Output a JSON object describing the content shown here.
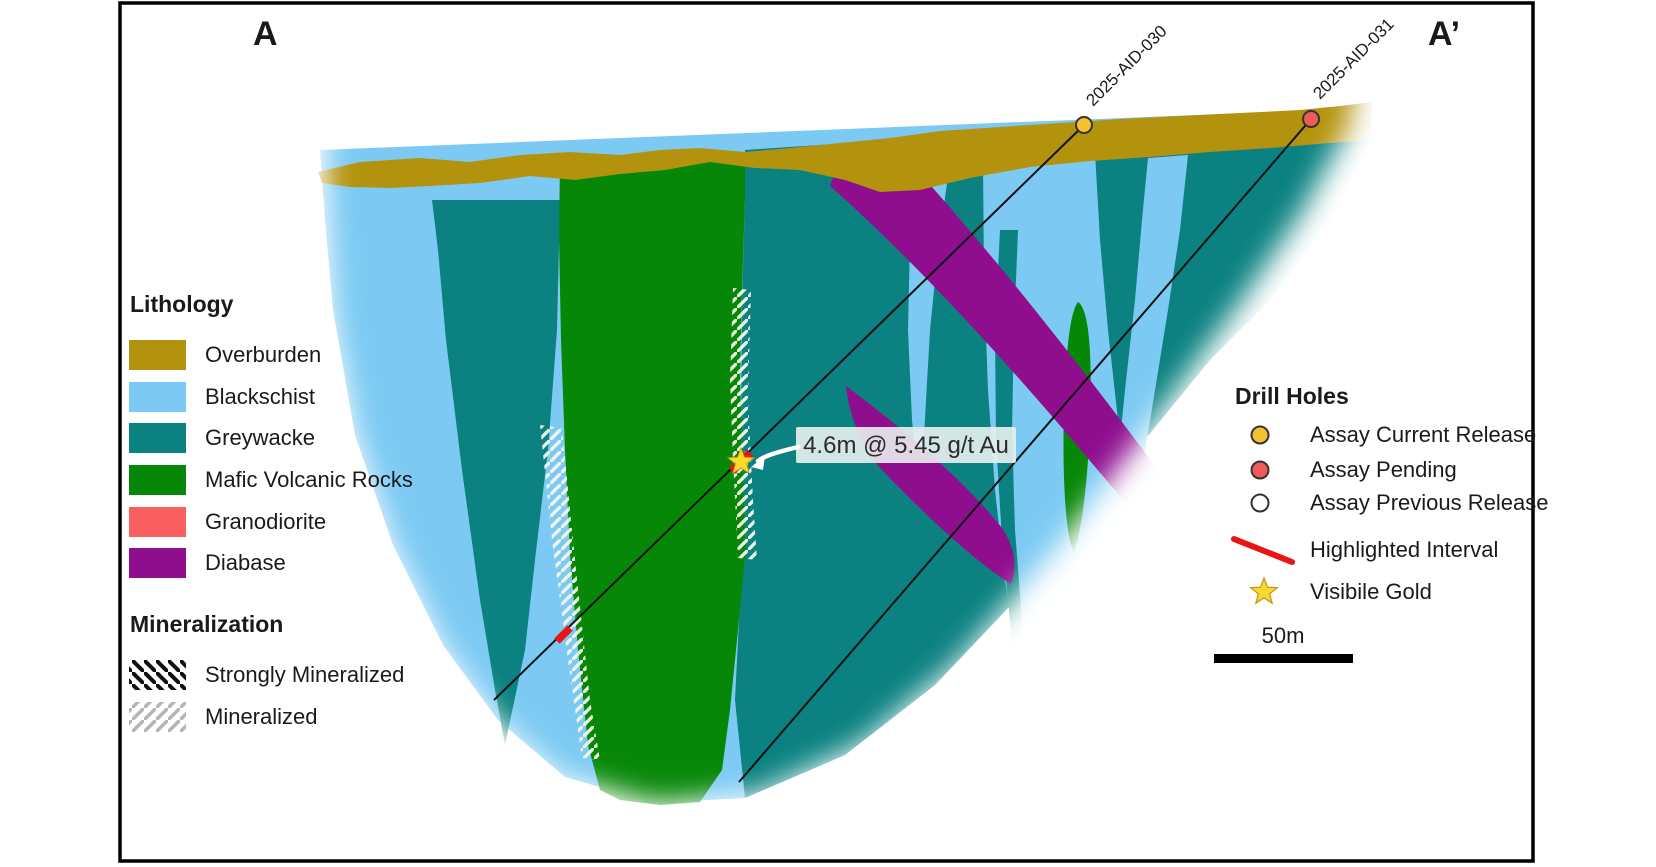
{
  "section": {
    "label_left": "A",
    "label_right": "A’",
    "annotation": "4.6m @ 5.45 g/t Au",
    "drill_holes": [
      {
        "id": "2025-AID-030",
        "status": "Assay Current Release"
      },
      {
        "id": "2025-AID-031",
        "status": "Assay Pending"
      }
    ]
  },
  "legend_lithology": {
    "title": "Lithology",
    "items": [
      {
        "label": "Overburden",
        "color": "#b3930e"
      },
      {
        "label": "Blackschist",
        "color": "#7ccaf3"
      },
      {
        "label": "Greywacke",
        "color": "#0b8181"
      },
      {
        "label": "Mafic Volcanic Rocks",
        "color": "#078707"
      },
      {
        "label": "Granodiorite",
        "color": "#f95f5f"
      },
      {
        "label": "Diabase",
        "color": "#8e0e8e"
      }
    ]
  },
  "legend_mineralization": {
    "title": "Mineralization",
    "items": [
      {
        "label": "Strongly Mineralized",
        "hatch": "black-diagonal"
      },
      {
        "label": "Mineralized",
        "hatch": "gray-diagonal"
      }
    ]
  },
  "legend_drill_holes": {
    "title": "Drill Holes",
    "items": [
      {
        "label": "Assay Current Release",
        "symbol": "circle",
        "color": "#f6c12e"
      },
      {
        "label": "Assay Pending",
        "symbol": "circle",
        "color": "#f15a5a"
      },
      {
        "label": "Assay Previous Release",
        "symbol": "circle",
        "color": "#ffffff"
      },
      {
        "label": "Highlighted Interval",
        "symbol": "line",
        "color": "#e91414"
      },
      {
        "label": "Visibile Gold",
        "symbol": "star",
        "color": "#f7d832"
      }
    ]
  },
  "scale_bar": {
    "label": "50m"
  }
}
